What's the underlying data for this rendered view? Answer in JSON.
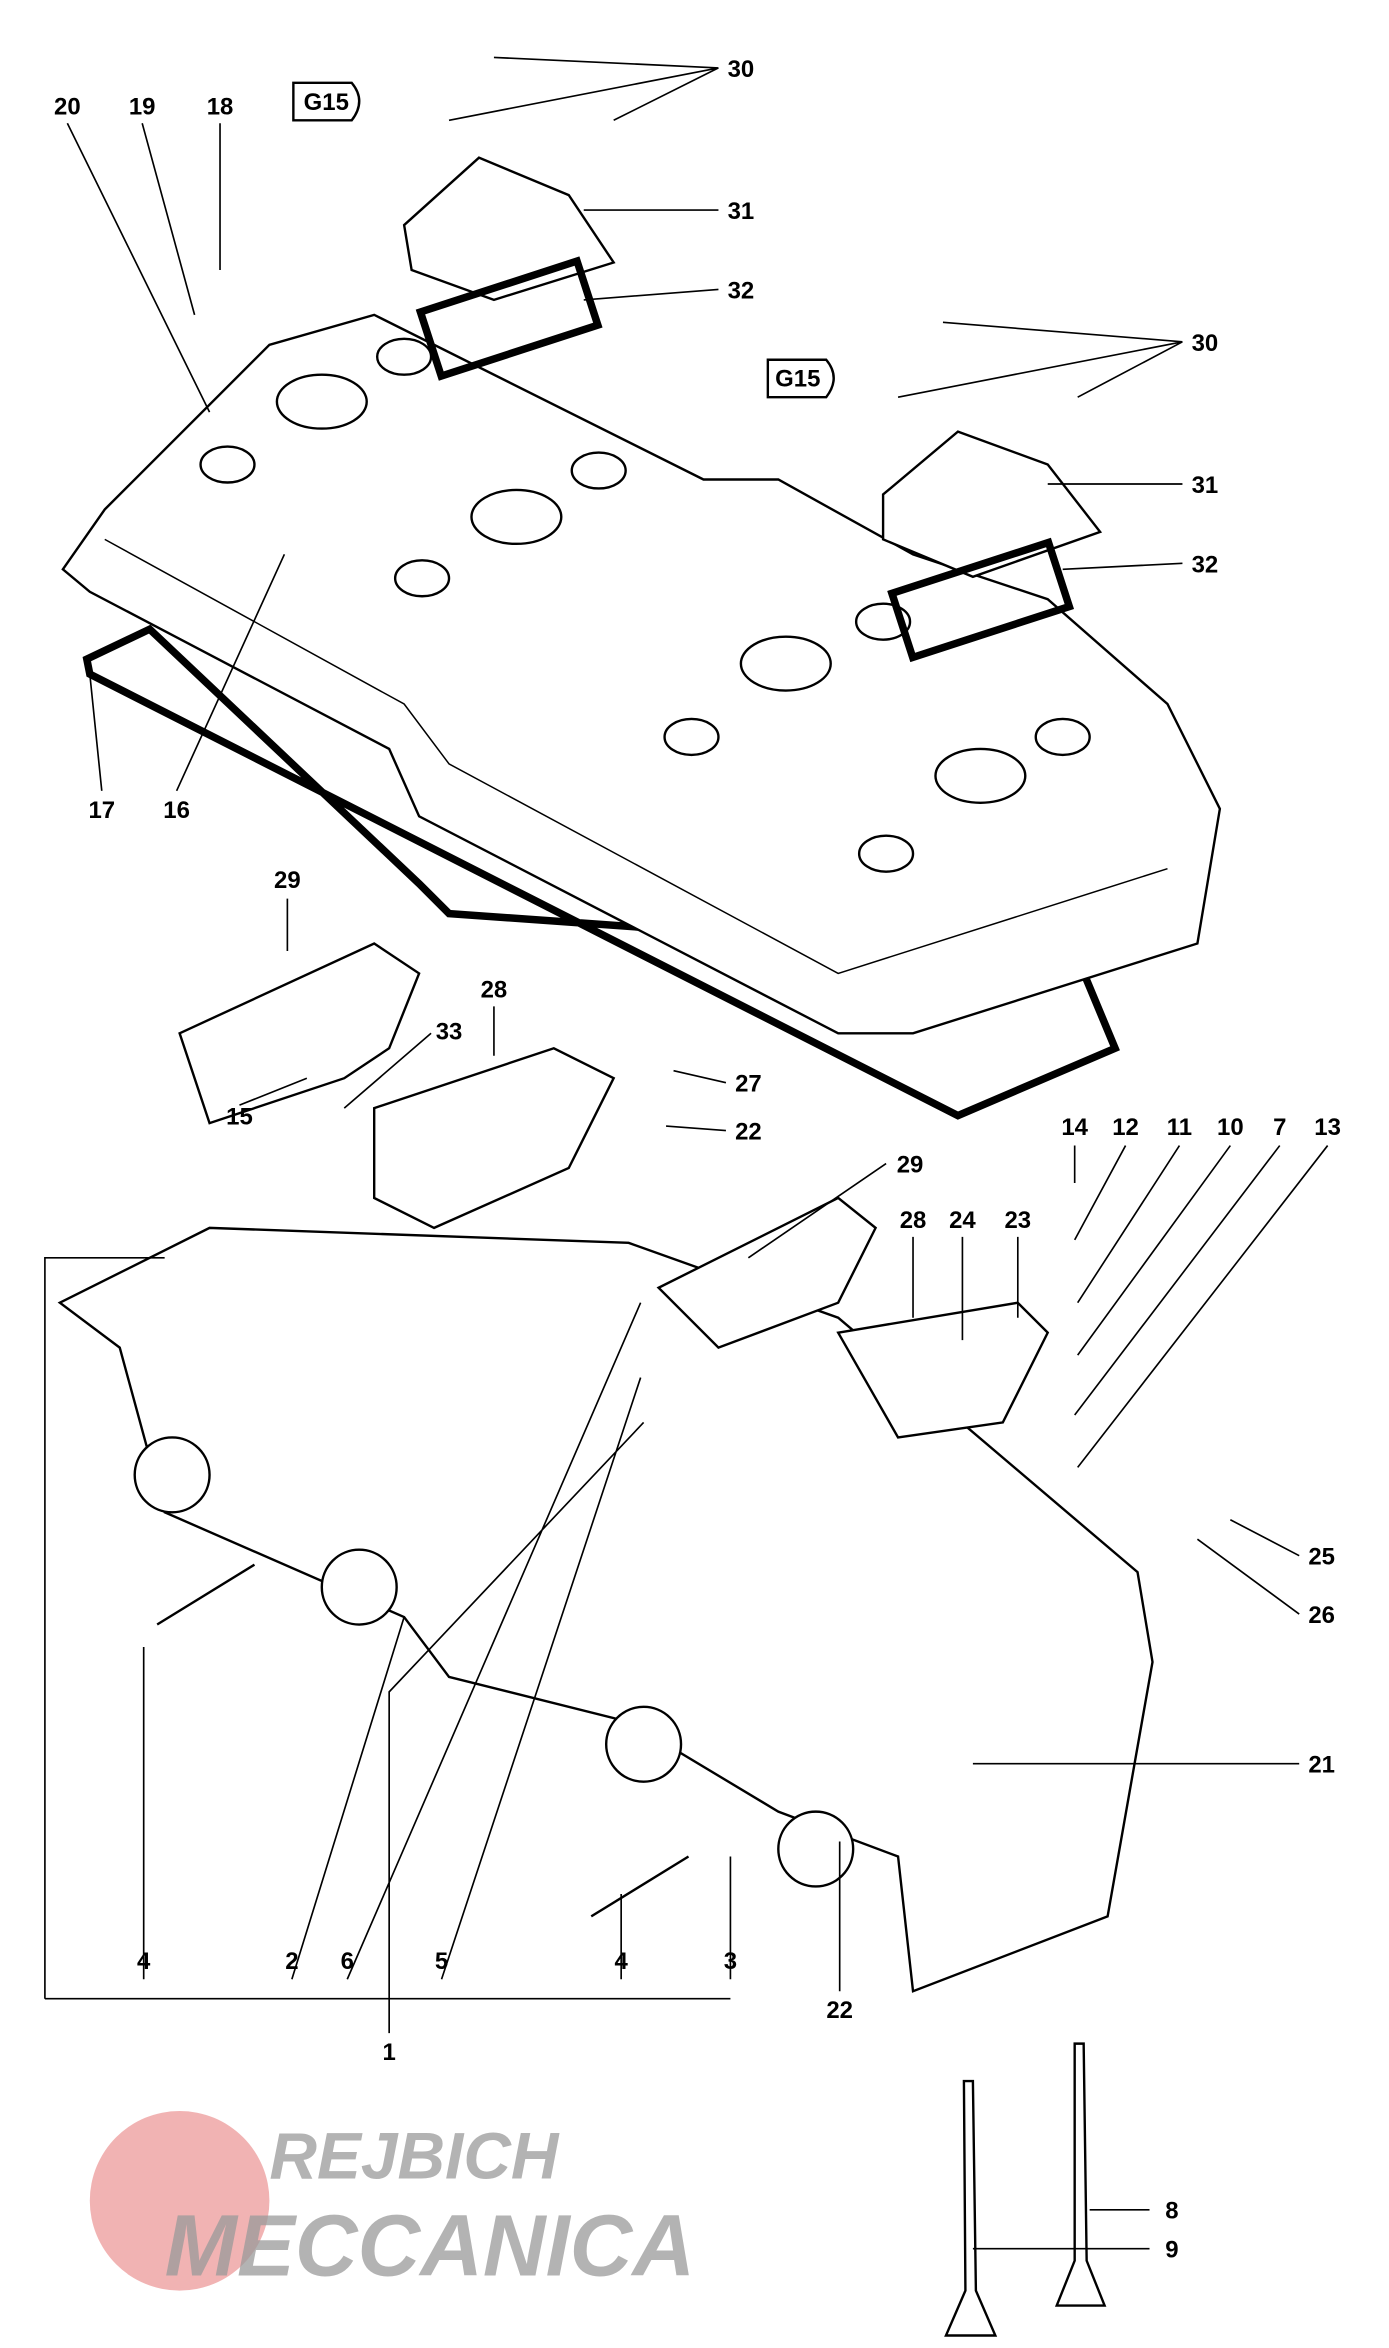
{
  "diagram": {
    "callouts": [
      {
        "id": "c30a",
        "text": "30"
      },
      {
        "id": "c31a",
        "text": "31"
      },
      {
        "id": "c32a",
        "text": "32"
      },
      {
        "id": "c30b",
        "text": "30"
      },
      {
        "id": "c31b",
        "text": "31"
      },
      {
        "id": "c32b",
        "text": "32"
      },
      {
        "id": "g15a",
        "text": "G15"
      },
      {
        "id": "g15b",
        "text": "G15"
      },
      {
        "id": "c20",
        "text": "20"
      },
      {
        "id": "c19",
        "text": "19"
      },
      {
        "id": "c18",
        "text": "18"
      },
      {
        "id": "c17",
        "text": "17"
      },
      {
        "id": "c16",
        "text": "16"
      },
      {
        "id": "c29a",
        "text": "29"
      },
      {
        "id": "c28a",
        "text": "28"
      },
      {
        "id": "c33",
        "text": "33"
      },
      {
        "id": "c27",
        "text": "27"
      },
      {
        "id": "c22a",
        "text": "22"
      },
      {
        "id": "c15",
        "text": "15"
      },
      {
        "id": "c29b",
        "text": "29"
      },
      {
        "id": "c14",
        "text": "14"
      },
      {
        "id": "c12",
        "text": "12"
      },
      {
        "id": "c11",
        "text": "11"
      },
      {
        "id": "c10",
        "text": "10"
      },
      {
        "id": "c7",
        "text": "7"
      },
      {
        "id": "c13",
        "text": "13"
      },
      {
        "id": "c28b",
        "text": "28"
      },
      {
        "id": "c24",
        "text": "24"
      },
      {
        "id": "c23",
        "text": "23"
      },
      {
        "id": "c25",
        "text": "25"
      },
      {
        "id": "c26",
        "text": "26"
      },
      {
        "id": "c21",
        "text": "21"
      },
      {
        "id": "c4a",
        "text": "4"
      },
      {
        "id": "c2",
        "text": "2"
      },
      {
        "id": "c6",
        "text": "6"
      },
      {
        "id": "c5",
        "text": "5"
      },
      {
        "id": "c4b",
        "text": "4"
      },
      {
        "id": "c3",
        "text": "3"
      },
      {
        "id": "c22b",
        "text": "22"
      },
      {
        "id": "c1",
        "text": "1"
      },
      {
        "id": "c8",
        "text": "8"
      },
      {
        "id": "c9",
        "text": "9"
      }
    ]
  },
  "watermark": {
    "line1": "REJBICH",
    "line2": "MECCANICA",
    "logo_color": "#e88080"
  }
}
